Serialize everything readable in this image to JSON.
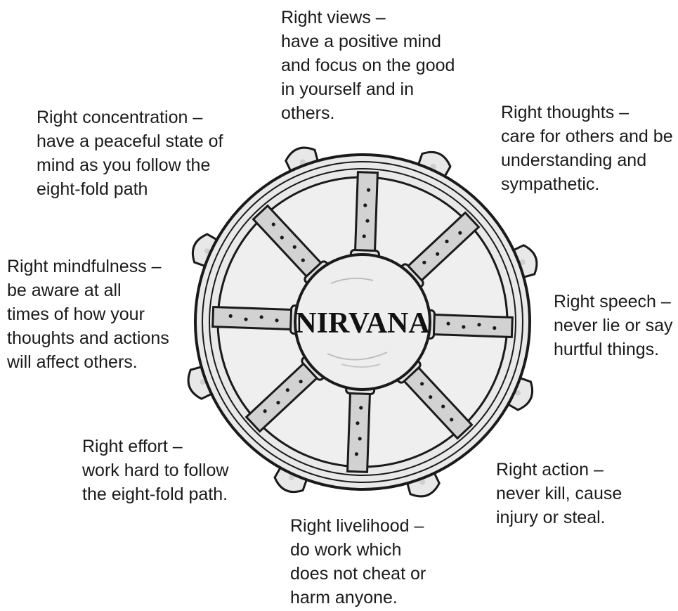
{
  "center": "NIRVANA",
  "spokes": [
    {
      "title": "Right views –",
      "lines": [
        "have a positive mind",
        "and focus on the good",
        "in yourself and in",
        "others."
      ]
    },
    {
      "title": "Right thoughts –",
      "lines": [
        "care for others and be",
        "understanding and",
        "sympathetic."
      ]
    },
    {
      "title": "Right speech –",
      "lines": [
        "never lie or say",
        "hurtful things."
      ]
    },
    {
      "title": "Right action –",
      "lines": [
        "never kill, cause",
        "injury or steal."
      ]
    },
    {
      "title": "Right livelihood –",
      "lines": [
        "do work which",
        "does not cheat or",
        "harm anyone."
      ]
    },
    {
      "title": "Right effort –",
      "lines": [
        "work hard to follow",
        "the eight-fold path."
      ]
    },
    {
      "title": "Right mindfulness –",
      "lines": [
        "be aware at all",
        "times of how your",
        "thoughts and actions",
        "will affect others."
      ]
    },
    {
      "title": "Right concentration –",
      "lines": [
        "have a peaceful state of",
        "mind as you follow the",
        "eight-fold path"
      ]
    }
  ]
}
